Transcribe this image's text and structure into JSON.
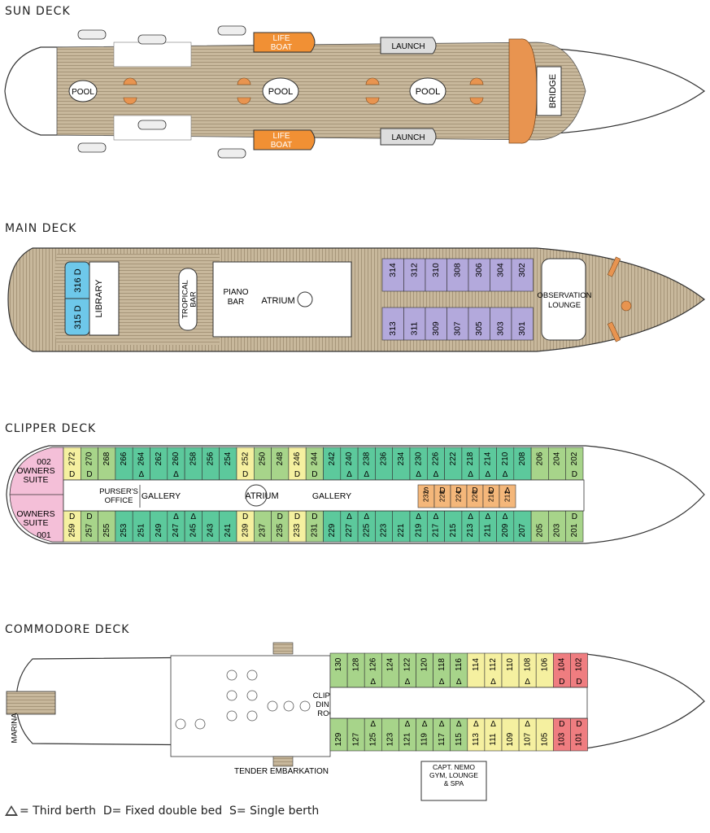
{
  "decks": {
    "sun": {
      "title": "SUN DECK",
      "pools": [
        "POOL",
        "POOL",
        "POOL"
      ],
      "lifeboat": "LIFE\nBOAT",
      "launch": "LAUNCH",
      "bridge": "BRIDGE"
    },
    "main": {
      "title": "MAIN DECK",
      "library": "LIBRARY",
      "tropical_bar": "TROPICAL\nBAR",
      "piano_bar": "PIANO\nBAR",
      "atrium": "ATRIUM",
      "observation_lounge": "OBSERVATION\nLOUNGE",
      "blue_cabins": [
        {
          "num": "316 D",
          "row": "top"
        },
        {
          "num": "315 D",
          "row": "bottom"
        }
      ],
      "top_cabins": [
        "314",
        "312",
        "310",
        "308",
        "306",
        "304",
        "302"
      ],
      "bottom_cabins": [
        "313",
        "311",
        "309",
        "307",
        "305",
        "303",
        "301"
      ]
    },
    "clipper": {
      "title": "CLIPPER DECK",
      "owners_suite_top": {
        "num": "002",
        "label": "OWNERS\nSUITE"
      },
      "owners_suite_bottom": {
        "num": "001",
        "label": "OWNERS\nSUITE"
      },
      "pursers_office": "PURSER'S\nOFFICE",
      "gallery": "GALLERY",
      "atrium": "ATRIUM",
      "top_cabins": [
        {
          "n": "272",
          "c": "Y",
          "m": "D"
        },
        {
          "n": "270",
          "c": "G",
          "m": "D"
        },
        {
          "n": "268",
          "c": "G",
          "m": ""
        },
        {
          "n": "266",
          "c": "T",
          "m": ""
        },
        {
          "n": "264",
          "c": "T",
          "m": "Δ"
        },
        {
          "n": "262",
          "c": "T",
          "m": ""
        },
        {
          "n": "260",
          "c": "T",
          "m": "Δ"
        },
        {
          "n": "258",
          "c": "T",
          "m": ""
        },
        {
          "n": "256",
          "c": "T",
          "m": ""
        },
        {
          "n": "254",
          "c": "T",
          "m": ""
        },
        {
          "n": "252",
          "c": "Y",
          "m": "D"
        },
        {
          "n": "250",
          "c": "G",
          "m": ""
        },
        {
          "n": "248",
          "c": "G",
          "m": ""
        },
        {
          "n": "246",
          "c": "Y",
          "m": "D"
        },
        {
          "n": "244",
          "c": "G",
          "m": "D"
        },
        {
          "n": "242",
          "c": "T",
          "m": ""
        },
        {
          "n": "240",
          "c": "T",
          "m": "Δ"
        },
        {
          "n": "238",
          "c": "T",
          "m": "Δ"
        },
        {
          "n": "236",
          "c": "T",
          "m": ""
        },
        {
          "n": "234",
          "c": "T",
          "m": ""
        },
        {
          "n": "230",
          "c": "T",
          "m": "Δ"
        },
        {
          "n": "226",
          "c": "T",
          "m": "Δ"
        },
        {
          "n": "222",
          "c": "T",
          "m": ""
        },
        {
          "n": "218",
          "c": "T",
          "m": "Δ"
        },
        {
          "n": "214",
          "c": "T",
          "m": "Δ"
        },
        {
          "n": "210",
          "c": "T",
          "m": "Δ"
        },
        {
          "n": "208",
          "c": "T",
          "m": ""
        },
        {
          "n": "206",
          "c": "G",
          "m": ""
        },
        {
          "n": "204",
          "c": "G",
          "m": ""
        },
        {
          "n": "202",
          "c": "G",
          "m": "D"
        }
      ],
      "bottom_cabins": [
        {
          "n": "259",
          "c": "Y",
          "m": "D"
        },
        {
          "n": "257",
          "c": "G",
          "m": "D"
        },
        {
          "n": "255",
          "c": "G",
          "m": ""
        },
        {
          "n": "253",
          "c": "T",
          "m": ""
        },
        {
          "n": "251",
          "c": "T",
          "m": ""
        },
        {
          "n": "249",
          "c": "T",
          "m": ""
        },
        {
          "n": "247",
          "c": "T",
          "m": "Δ"
        },
        {
          "n": "245",
          "c": "T",
          "m": "Δ"
        },
        {
          "n": "243",
          "c": "T",
          "m": ""
        },
        {
          "n": "241",
          "c": "T",
          "m": ""
        },
        {
          "n": "239",
          "c": "Y",
          "m": "D"
        },
        {
          "n": "237",
          "c": "G",
          "m": ""
        },
        {
          "n": "235",
          "c": "G",
          "m": "D"
        },
        {
          "n": "233",
          "c": "Y",
          "m": "D"
        },
        {
          "n": "231",
          "c": "G",
          "m": "D"
        },
        {
          "n": "229",
          "c": "T",
          "m": ""
        },
        {
          "n": "227",
          "c": "T",
          "m": "Δ"
        },
        {
          "n": "225",
          "c": "T",
          "m": "Δ"
        },
        {
          "n": "223",
          "c": "T",
          "m": ""
        },
        {
          "n": "221",
          "c": "T",
          "m": ""
        },
        {
          "n": "219",
          "c": "T",
          "m": "Δ"
        },
        {
          "n": "217",
          "c": "T",
          "m": "Δ"
        },
        {
          "n": "215",
          "c": "T",
          "m": ""
        },
        {
          "n": "213",
          "c": "T",
          "m": "Δ"
        },
        {
          "n": "211",
          "c": "T",
          "m": "Δ"
        },
        {
          "n": "209",
          "c": "T",
          "m": "Δ"
        },
        {
          "n": "207",
          "c": "T",
          "m": ""
        },
        {
          "n": "205",
          "c": "G",
          "m": ""
        },
        {
          "n": "203",
          "c": "G",
          "m": ""
        },
        {
          "n": "201",
          "c": "G",
          "m": "D"
        }
      ],
      "inner_cabins": [
        {
          "n": "232",
          "m": "S"
        },
        {
          "n": "228",
          "m": "D"
        },
        {
          "n": "224",
          "m": "D"
        },
        {
          "n": "220",
          "m": "D"
        },
        {
          "n": "216",
          "m": "D"
        },
        {
          "n": "212",
          "m": "Δ"
        }
      ]
    },
    "commodore": {
      "title": "COMMODORE DECK",
      "marina": "MARINA",
      "clipper_dining_room": "CLIPPER\nDINING\nROOM",
      "tender_embarkation": "TENDER EMBARKATION",
      "gym": "CAPT. NEMO\nGYM, LOUNGE\n& SPA",
      "top_cabins": [
        {
          "n": "130",
          "c": "G",
          "m": ""
        },
        {
          "n": "128",
          "c": "G",
          "m": ""
        },
        {
          "n": "126",
          "c": "G",
          "m": "Δ"
        },
        {
          "n": "124",
          "c": "G",
          "m": ""
        },
        {
          "n": "122",
          "c": "G",
          "m": "Δ"
        },
        {
          "n": "120",
          "c": "G",
          "m": ""
        },
        {
          "n": "118",
          "c": "G",
          "m": "Δ"
        },
        {
          "n": "116",
          "c": "G",
          "m": "Δ"
        },
        {
          "n": "114",
          "c": "Y",
          "m": ""
        },
        {
          "n": "112",
          "c": "Y",
          "m": "Δ"
        },
        {
          "n": "110",
          "c": "Y",
          "m": ""
        },
        {
          "n": "108",
          "c": "Y",
          "m": "Δ"
        },
        {
          "n": "106",
          "c": "Y",
          "m": ""
        },
        {
          "n": "104",
          "c": "R",
          "m": "D"
        },
        {
          "n": "102",
          "c": "R",
          "m": "D"
        }
      ],
      "bottom_cabins": [
        {
          "n": "129",
          "c": "G",
          "m": ""
        },
        {
          "n": "127",
          "c": "G",
          "m": ""
        },
        {
          "n": "125",
          "c": "G",
          "m": "Δ"
        },
        {
          "n": "123",
          "c": "G",
          "m": ""
        },
        {
          "n": "121",
          "c": "G",
          "m": "Δ"
        },
        {
          "n": "119",
          "c": "G",
          "m": "Δ"
        },
        {
          "n": "117",
          "c": "G",
          "m": "Δ"
        },
        {
          "n": "115",
          "c": "G",
          "m": "Δ"
        },
        {
          "n": "113",
          "c": "Y",
          "m": "Δ"
        },
        {
          "n": "111",
          "c": "Y",
          "m": "Δ"
        },
        {
          "n": "109",
          "c": "Y",
          "m": ""
        },
        {
          "n": "107",
          "c": "Y",
          "m": "Δ"
        },
        {
          "n": "105",
          "c": "Y",
          "m": ""
        },
        {
          "n": "103",
          "c": "R",
          "m": "D"
        },
        {
          "n": "101",
          "c": "R",
          "m": "D"
        }
      ]
    }
  },
  "legend": {
    "third_berth": "= Third berth",
    "double_bed": "D= Fixed double bed",
    "single_berth": "S= Single berth"
  },
  "colors": {
    "deck_wood": "#c8b89c",
    "wood_line": "#9d8c70",
    "orange": "#e89450",
    "lavender": "#b3a9dc",
    "blue": "#6ec8ea",
    "teal": "#5cc99c",
    "green": "#a7d48a",
    "yellow": "#f5f0a0",
    "pink": "#f4bfd8",
    "peach": "#f4b77a",
    "red": "#ef7d80"
  }
}
